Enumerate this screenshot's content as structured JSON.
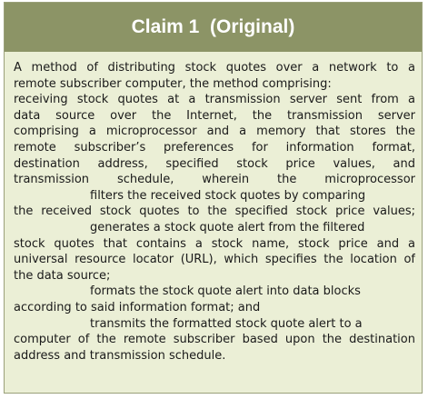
{
  "header": {
    "title": "Claim 1  (Original)"
  },
  "claim_lines": [
    "A method of distributing stock quotes over a network to a",
    "remote subscriber computer, the method comprising:",
    "receiving stock quotes at a transmission server sent from a",
    "data source over the Internet, the transmission server",
    "comprising a microprocessor and a memory that stores the",
    "remote subscriber’s preferences for information format,",
    "destination address, specified stock price values, and",
    "transmission schedule, wherein the microprocessor",
    "filters the received stock quotes by comparing",
    "the received stock quotes to the specified stock price values;",
    "generates a stock quote alert from the filtered",
    "stock quotes that contains a stock name, stock price and a",
    "universal resource locator (URL), which specifies the location of",
    "the data source;",
    "formats the stock quote alert into data blocks",
    "according to said information format; and",
    "transmits the formatted stock quote alert to a",
    "computer of the remote subscriber based upon the destination",
    "address and transmission schedule."
  ],
  "colors": {
    "header_bg": "#8c9466",
    "body_bg": "#ebefd6",
    "border": "#9aa07a"
  }
}
